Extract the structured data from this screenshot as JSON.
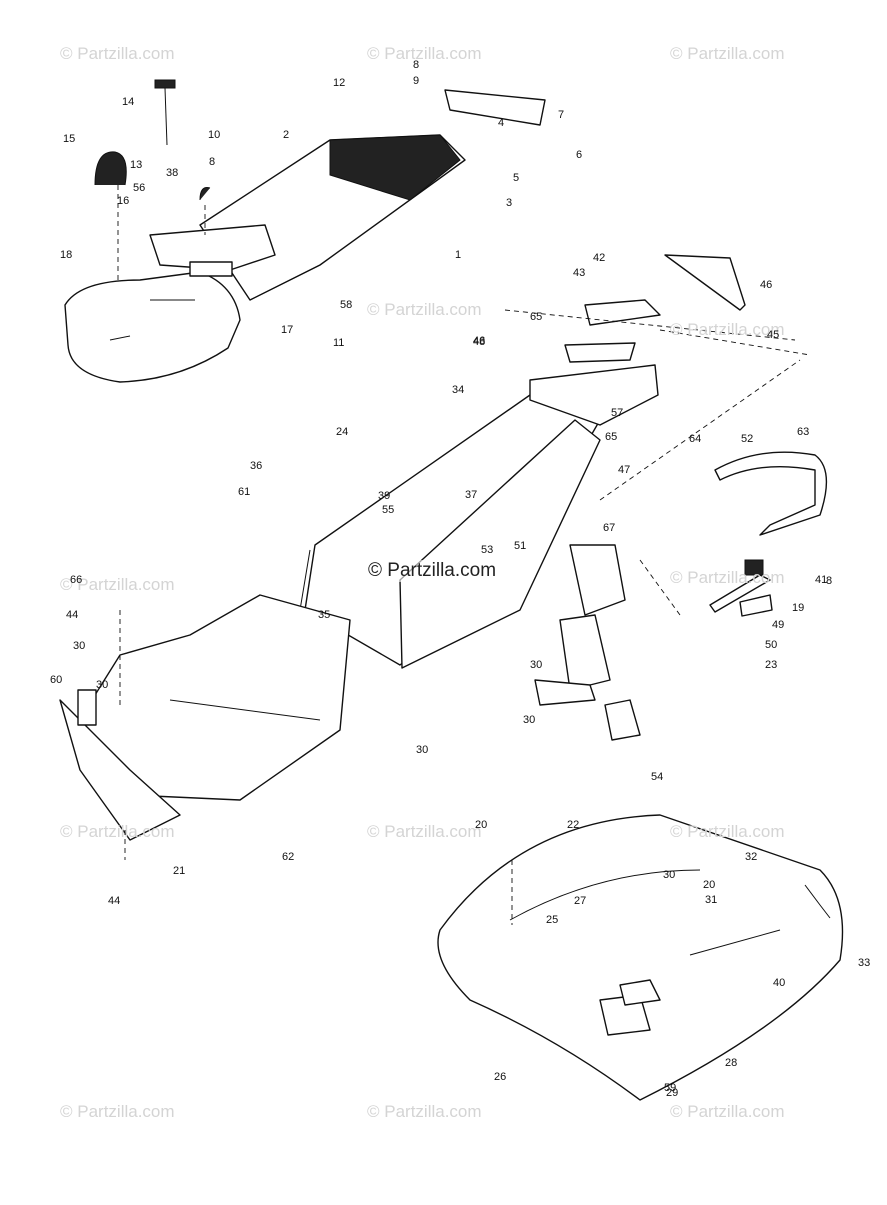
{
  "watermark": "© Partzilla.com",
  "center_watermark": "© Partzilla.com",
  "labels": [
    "1",
    "2",
    "3",
    "4",
    "5",
    "6",
    "7",
    "8",
    "8",
    "8",
    "9",
    "10",
    "11",
    "12",
    "13",
    "14",
    "15",
    "16",
    "17",
    "18",
    "19",
    "20",
    "20",
    "21",
    "22",
    "23",
    "24",
    "25",
    "26",
    "27",
    "28",
    "29",
    "30",
    "30",
    "30",
    "30",
    "30",
    "30",
    "31",
    "32",
    "33",
    "34",
    "35",
    "36",
    "37",
    "38",
    "39",
    "40",
    "41",
    "42",
    "43",
    "44",
    "44",
    "45",
    "46",
    "46",
    "47",
    "48",
    "49",
    "50",
    "51",
    "52",
    "53",
    "54",
    "55",
    "56",
    "57",
    "58",
    "59",
    "60",
    "61",
    "62",
    "63",
    "64",
    "65",
    "65",
    "66",
    "67"
  ]
}
